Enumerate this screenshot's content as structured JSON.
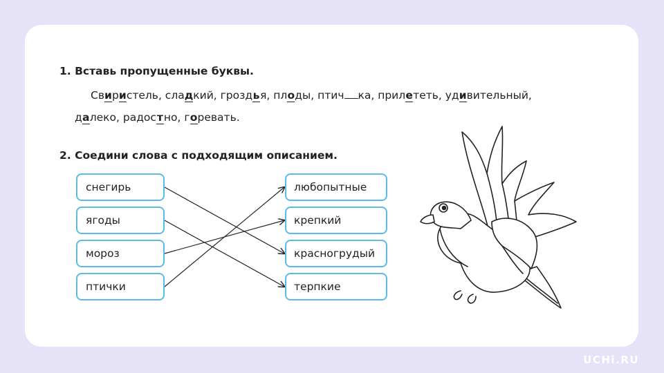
{
  "task1": {
    "title": "1. Вставь пропущенные буквы.",
    "line1": [
      {
        "t": "Св"
      },
      {
        "i": "и"
      },
      {
        "t": "р"
      },
      {
        "i": "и"
      },
      {
        "t": "стель, сла"
      },
      {
        "i": "д"
      },
      {
        "t": "кий, грозд"
      },
      {
        "i": "ь"
      },
      {
        "t": "я, пл"
      },
      {
        "i": "о"
      },
      {
        "t": "ды, птич"
      },
      {
        "gap": true
      },
      {
        "t": "ка, прил"
      },
      {
        "i": "е"
      },
      {
        "t": "теть, уд"
      },
      {
        "i": "и"
      },
      {
        "t": "вительный,"
      }
    ],
    "line2": [
      {
        "t": "д"
      },
      {
        "i": "а"
      },
      {
        "t": "леко, радос"
      },
      {
        "i": "т"
      },
      {
        "t": "но, г"
      },
      {
        "i": "о"
      },
      {
        "t": "ревать."
      }
    ]
  },
  "task2": {
    "title": "2. Соедини слова с подходящим описанием.",
    "left": [
      "снегирь",
      "ягоды",
      "мороз",
      "птички"
    ],
    "right": [
      "любопытные",
      "крепкий",
      "красногрудый",
      "терпкие"
    ],
    "links": [
      [
        0,
        2
      ],
      [
        1,
        3
      ],
      [
        2,
        1
      ],
      [
        3,
        0
      ]
    ]
  },
  "logo": "UCHi.RU"
}
